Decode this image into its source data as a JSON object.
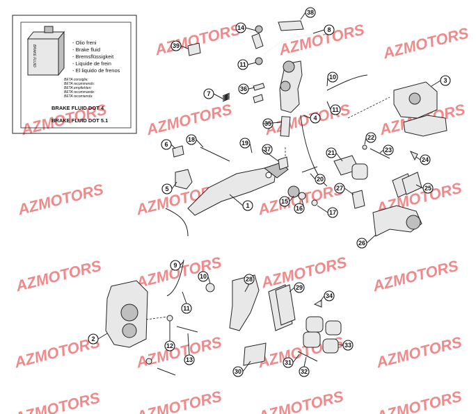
{
  "watermark": "AZMOTORS",
  "fluid_box": {
    "can_label": "BRAKE FLUID",
    "languages": [
      "- Olio freni",
      "- Brake fluid",
      "- Bremsflüssigkeit",
      "- Liquide de frein",
      "- El liquido de frenos"
    ],
    "recommend": [
      "BETA consiglia:",
      "BETA recommends:",
      "BETA empfiehlen:",
      "BETA recommande:",
      "BETA recomienda:"
    ],
    "spec_1": "BRAKE FLUID DOT 4",
    "spec_2": "BRAKE FLUID DOT 5.1"
  },
  "callouts": [
    "1",
    "2",
    "3",
    "4",
    "5",
    "6",
    "7",
    "8",
    "9",
    "10",
    "11",
    "12",
    "13",
    "14",
    "15",
    "16",
    "17",
    "18",
    "19",
    "20",
    "21",
    "22",
    "23",
    "24",
    "25",
    "26",
    "27",
    "28",
    "29",
    "30",
    "31",
    "32",
    "33",
    "34",
    "35",
    "36",
    "37",
    "38",
    "39"
  ]
}
